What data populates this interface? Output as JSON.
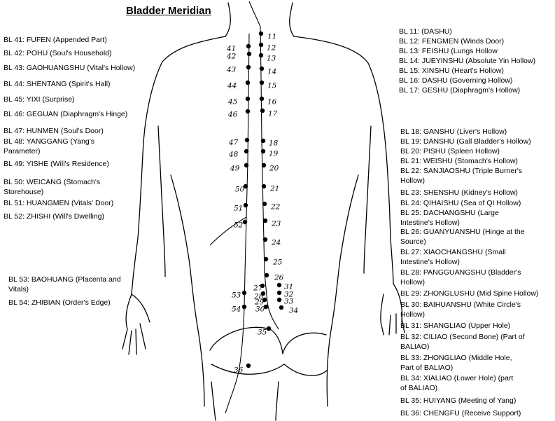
{
  "title": "Bladder Meridian",
  "left_labels": [
    "BL 41: FUFEN (Appended Part)",
    "BL 42: POHU (Soul's Household)",
    "BL 43: GAOHUANGSHU (Vital's Hollow)",
    "BL 44: SHENTANG (Spirit's Hall)",
    "BL 45: YIXI (Surprise)",
    "BL 46: GEGUAN (Diaphragm's Hinge)",
    "BL 47: HUNMEN (Soul's Door)",
    "BL 48: YANGGANG (Yang's",
    "Parameter)",
    "BL 49: YISHE (Will's Residence)",
    "BL 50: WEICANG (Stomach's",
    "Storehouse)",
    "BL 51: HUANGMEN (Vitals' Door)",
    "BL 52: ZHISHI (Will's Dwelling)",
    "BL 53: BAOHUANG (Placenta and",
    "Vitals)",
    "BL 54: ZHIBIAN (Order's Edge)"
  ],
  "right_labels": [
    "BL 11: (DASHU)",
    "BL 12: FENGMEN (Winds Door)",
    "BL 13: FEISHU (Lungs Hollow",
    "BL 14: JUEYINSHU (Absolute Yin Hollow)",
    "BL 15: XINSHU (Heart's Hollow)",
    "BL 16: DASHU (Governing Hollow)",
    "BL 17: GESHU (Diaphragm's Hollow)",
    "BL 18: GANSHU (Liver's Hollow)",
    "BL 19: DANSHU (Gall Bladder's Hollow)",
    "BL 20: PISHU (Spleen Hollow)",
    "BL 21: WEISHU (Stomach's Hollow)",
    "BL 22: SANJIAOSHU (Triple Burner's",
    "Hollow)",
    "BL 23: SHENSHU (Kidney's Hollow)",
    "BL 24: QIHAISHU (Sea of QI Hollow)",
    "BL 25: DACHANGSHU (Large",
    "Intestine's Hollow)",
    "BL 26: GUANYUANSHU (Hinge at the",
    "Source)",
    "BL 27: XIAOCHANGSHU (Small",
    "Intestine's Hollow)",
    "BL 28: PANGGUANGSHU (Bladder's",
    "Hollow)",
    "BL 29: ZHONGLUSHU (Mid Spine Hollow)",
    "BL 30: BAIHUANSHU (White Circle's",
    "Hollow)",
    "BL 31: SHANGLIAO (Upper Hole)",
    "BL 32: CILIAO (Second Bone) (Part of",
    "BALIAO)",
    "BL 33: ZHONGLIAO (Middle Hole,",
    "Part of BALIAO)",
    "BL 34: XIALIAO (Lower Hole) (part",
    "of BALIAO)",
    "BL 35: HUIYANG (Meeting of Yang)",
    "BL 36: CHENGFU (Receive Support)"
  ],
  "points": [
    "11",
    "12",
    "13",
    "14",
    "15",
    "16",
    "17",
    "18",
    "19",
    "20",
    "21",
    "22",
    "23",
    "24",
    "25",
    "26",
    "27",
    "28",
    "29",
    "30",
    "31",
    "32",
    "33",
    "34",
    "35",
    "36",
    "41",
    "42",
    "43",
    "44",
    "45",
    "46",
    "47",
    "48",
    "49",
    "50",
    "51",
    "52",
    "53",
    "54"
  ]
}
